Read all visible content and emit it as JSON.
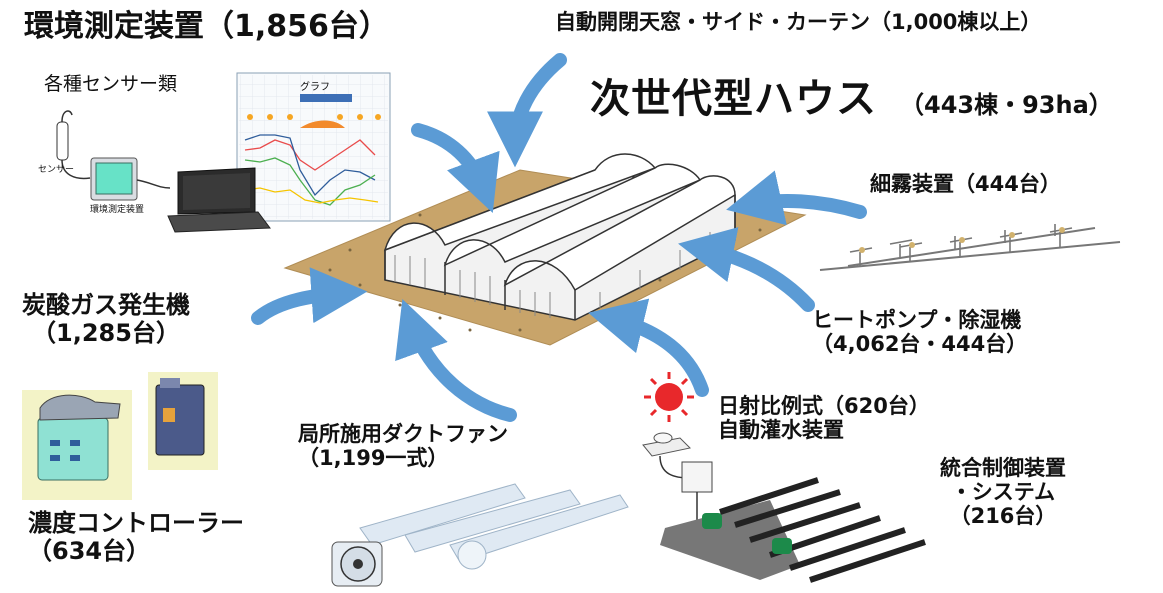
{
  "title": {
    "main": "次世代型ハウス",
    "sub": "（443棟・93ha）"
  },
  "labels": {
    "env_measure": "環境測定装置（1,856台）",
    "sensors": "各種センサー類",
    "sensor_small": "センサー",
    "device_small": "環境測定装置",
    "graph_title": "グラフ",
    "window_curtain": "自動開閉天窓・サイド・カーテン（1,000棟以上）",
    "mist": "細霧装置（444台）",
    "co2_line1": "炭酸ガス発生機",
    "co2_line2": "（1,285台）",
    "heatpump_line1": "ヒートポンプ・除湿機",
    "heatpump_line2": "（4,062台・444台）",
    "solar_line1": "日射比例式（620台）",
    "solar_line2": "自動灌水装置",
    "duct_line1": "局所施用ダクトファン",
    "duct_line2": "（1,199一式）",
    "conc_line1": "濃度コントローラー",
    "conc_line2": "（634台）",
    "integrated_line1": "統合制御装置",
    "integrated_line2": "・システム",
    "integrated_line3": "（216台）"
  },
  "colors": {
    "arrow": "#5b9bd5",
    "ground": "#c8a46a",
    "sun": "#e8282b",
    "text": "#111111"
  },
  "icons": [
    "arrow-icon",
    "greenhouse-icon",
    "sensor-icon",
    "laptop-icon",
    "sun-icon",
    "fan-icon",
    "controller-icon"
  ]
}
